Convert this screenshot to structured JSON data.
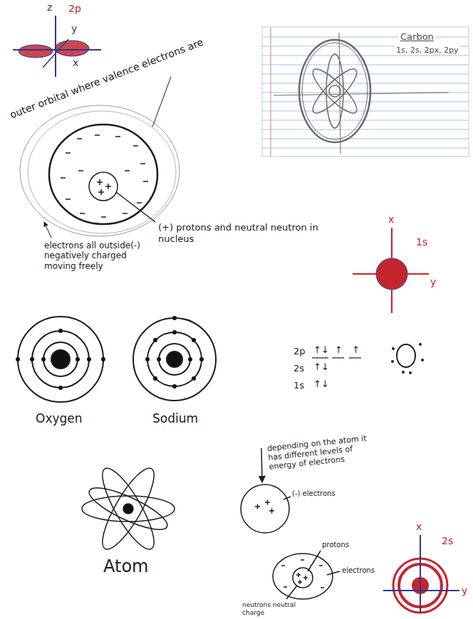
{
  "diagram": {
    "nodes": [
      {
        "text": [
          "Carbon",
          "1s, 2s, 2px, 2py"
        ]
      }
    ],
    "labels": [
      "z",
      "2p",
      "y",
      "x",
      "outer orbital where valence electrons are",
      "(+) protons and neutral neutron in nucleus",
      "electrons all outside(-) negatively charged moving freely",
      "x",
      "1s",
      "y",
      "Oxygen",
      "Sodium",
      "2p",
      "↑↓",
      "↑",
      "↑",
      "2s",
      "↑↓",
      "1s",
      "↑↓",
      "Atom",
      "depending on the atom it has different levels of energy of electrons",
      "(-) electrons",
      "protons",
      "electrons",
      "neutrons neutral charge",
      "x",
      "2s",
      "y"
    ]
  }
}
